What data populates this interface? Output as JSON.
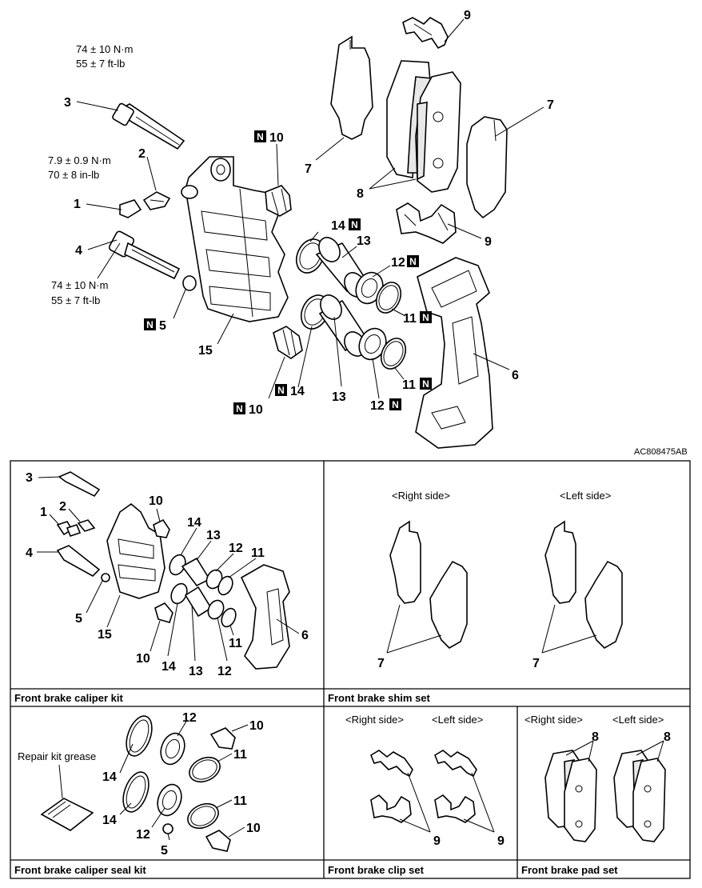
{
  "diagram_code": "AC808475AB",
  "main": {
    "torque_3": [
      "74 ± 10 N·m",
      "55 ± 7 ft-lb"
    ],
    "torque_2": [
      "7.9 ± 0.9 N·m",
      "70 ± 8 in-lb"
    ],
    "torque_4": [
      "74 ± 10 N·m",
      "55 ± 7 ft-lb"
    ],
    "badge": "N",
    "labels": {
      "l1": "1",
      "l2": "2",
      "l3": "3",
      "l4": "4",
      "l5": "5",
      "l6": "6",
      "l7a": "7",
      "l7b": "7",
      "l8": "8",
      "l9a": "9",
      "l9b": "9",
      "l10a": "10",
      "l10b": "10",
      "l11a": "11",
      "l11b": "11",
      "l12a": "12",
      "l12b": "12",
      "l13a": "13",
      "l13b": "13",
      "l14a": "14",
      "l14b": "14",
      "l15": "15"
    }
  },
  "kits": {
    "caliper_kit": {
      "caption": "Front brake caliper kit",
      "labels": {
        "l1": "1",
        "l2": "2",
        "l3": "3",
        "l4": "4",
        "l5": "5",
        "l6": "6",
        "l10a": "10",
        "l10b": "10",
        "l11a": "11",
        "l11b": "11",
        "l12a": "12",
        "l12b": "12",
        "l13a": "13",
        "l13b": "13",
        "l14a": "14",
        "l14b": "14",
        "l15": "15"
      }
    },
    "shim_set": {
      "caption": "Front brake shim set",
      "right_side": "<Right side>",
      "left_side": "<Left side>",
      "label_right": "7",
      "label_left": "7"
    },
    "seal_kit": {
      "caption": "Front brake caliper seal kit",
      "grease": "Repair kit grease",
      "labels": {
        "l5": "5",
        "l10a": "10",
        "l10b": "10",
        "l11a": "11",
        "l11b": "11",
        "l12a": "12",
        "l12b": "12",
        "l14a": "14",
        "l14b": "14"
      }
    },
    "clip_set": {
      "caption": "Front brake clip set",
      "right_side": "<Right side>",
      "left_side": "<Left side>",
      "label_right": "9",
      "label_left": "9"
    },
    "pad_set": {
      "caption": "Front brake pad set",
      "right_side": "<Right side>",
      "left_side": "<Left side>",
      "label_right": "8",
      "label_left": "8"
    }
  }
}
